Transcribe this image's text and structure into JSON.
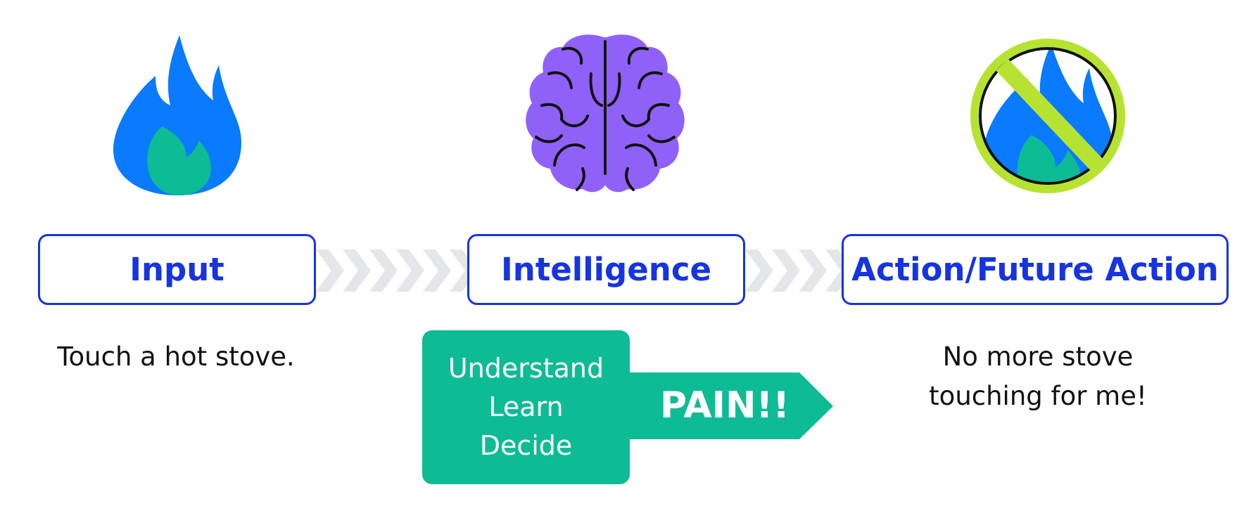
{
  "steps": [
    {
      "label": "Input",
      "caption": "Touch a hot stove."
    },
    {
      "label": "Intelligence"
    },
    {
      "label": "Action/Future Action",
      "caption_lines": [
        "No more stove",
        "touching for me!"
      ]
    }
  ],
  "intelligence_card": {
    "lines": [
      "Understand",
      "Learn",
      "Decide"
    ]
  },
  "pain_label": "PAIN!!",
  "icons": [
    "flame-icon",
    "brain-icon",
    "no-fire-icon"
  ],
  "colors": {
    "box_border": "#1634e0",
    "label_text": "#1634e0",
    "flame": "#0a7aff",
    "flame_inner": "#0dbb95",
    "brain": "#9061f9",
    "prohibit": "#b6e331",
    "card": "#0dbb95",
    "chevron": "#e4e6ea"
  }
}
